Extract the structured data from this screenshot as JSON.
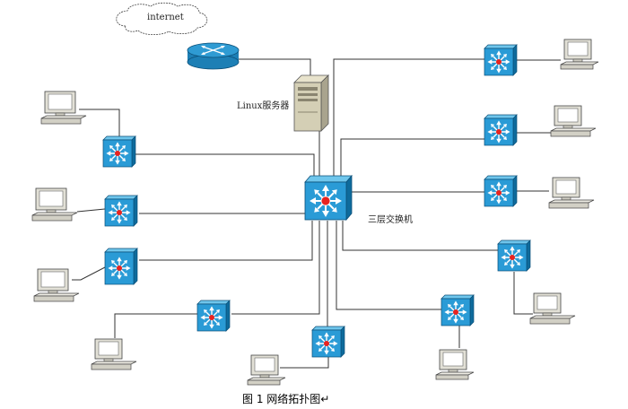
{
  "labels": {
    "internet": "internet",
    "server": "Linux服务器",
    "core": "三层交换机",
    "caption": "图 1  网络拓扑图↵"
  }
}
